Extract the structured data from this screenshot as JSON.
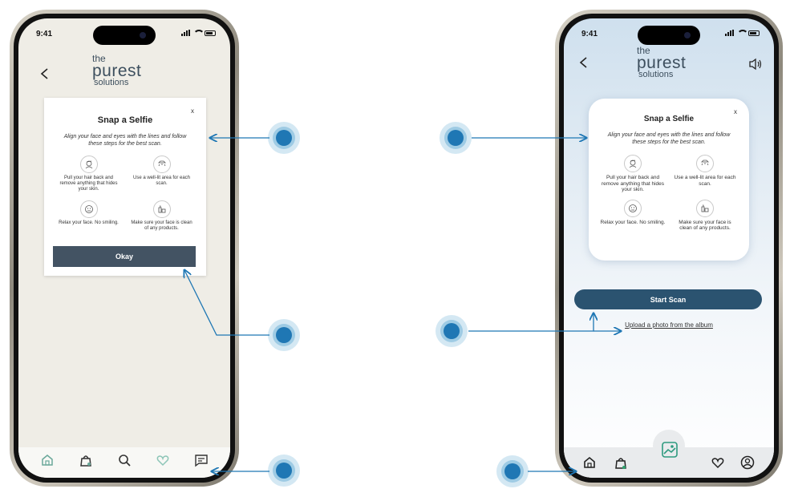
{
  "colors": {
    "annotation": "#1f77b4",
    "button_dark": "#435363",
    "button_blue": "#2b5370",
    "heart_green": "#8ec6b8"
  },
  "status_bar": {
    "time": "9:41"
  },
  "brand": {
    "line1": "the",
    "line2": "purest",
    "line3": "solutions"
  },
  "modal": {
    "title": "Snap a Selfie",
    "close": "x",
    "subtitle": "Align your face and eyes with the lines and follow these steps for the best scan.",
    "tips": [
      {
        "icon": "hair-back-icon",
        "text": "Pull your hair back and remove anything that hides your skin."
      },
      {
        "icon": "lamp-icon",
        "text": "Use a well-lit area for each scan."
      },
      {
        "icon": "neutral-face-icon",
        "text": "Relax your face. No smiling."
      },
      {
        "icon": "products-icon",
        "text": "Make sure your face is clean of any products."
      }
    ]
  },
  "left_screen": {
    "okay_label": "Okay"
  },
  "right_screen": {
    "start_scan_label": "Start Scan",
    "upload_label": "Upload a photo from the album"
  },
  "tabbar_left": [
    "home-icon",
    "shopping-bag-icon",
    "search-icon",
    "heart-icon",
    "chat-icon"
  ],
  "tabbar_right": [
    "home-icon",
    "shopping-bag-icon",
    "face-scan-icon",
    "heart-icon",
    "profile-icon"
  ]
}
